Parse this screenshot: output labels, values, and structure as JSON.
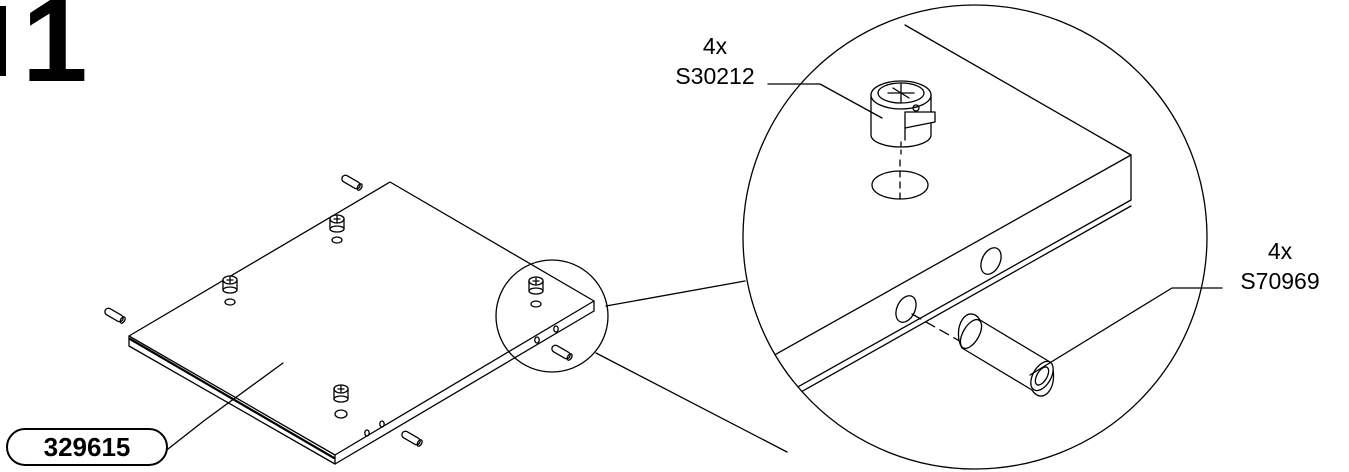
{
  "step": {
    "number": "1"
  },
  "callouts": {
    "cam_lock": {
      "quantity": "4x",
      "part_code": "S30212"
    },
    "dowel": {
      "quantity": "4x",
      "part_code": "S70969"
    }
  },
  "panel": {
    "part_code": "329615"
  },
  "colors": {
    "line": "#000000",
    "background": "#ffffff"
  },
  "icons": [
    "cam-lock-icon",
    "dowel-icon",
    "drill-hole-icon",
    "panel-board-icon",
    "magnifier-circle-icon"
  ]
}
